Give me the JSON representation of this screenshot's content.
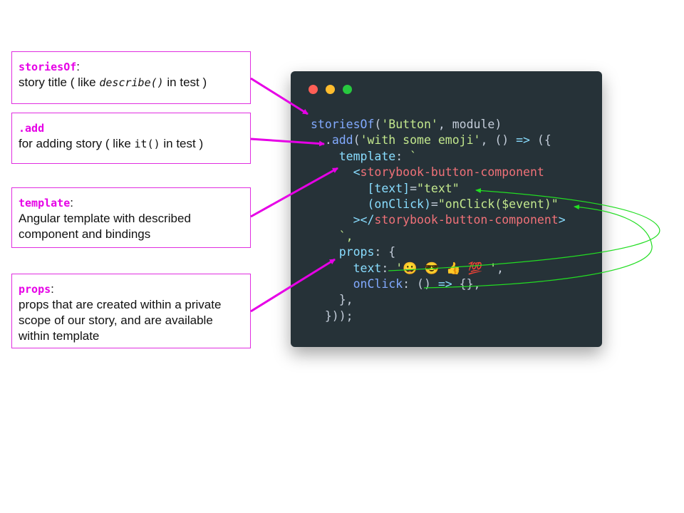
{
  "notes": [
    {
      "key": "storiesOf",
      "suffix": ":",
      "line1": "story title ( like ",
      "code": "describe()",
      "line1_end": " in test )"
    },
    {
      "key": ".add",
      "line1": "for adding story ( like ",
      "code": "it()",
      "line1_end": " in test )"
    },
    {
      "key": "template",
      "suffix": ":",
      "text": "Angular template with described component and bindings"
    },
    {
      "key": "props",
      "suffix": ":",
      "text": "props that are created within a private scope of our story, and are available within template"
    }
  ],
  "code": {
    "l1_fn": "storiesOf",
    "l1_str": "'Button'",
    "l1_rest": "module",
    "l2_fn": "add",
    "l2_str": "'with some emoji'",
    "l3_prop": "template",
    "l4_tag": "storybook-button-component",
    "l5_attr": "[text]",
    "l5_val": "\"text\"",
    "l6_attr": "(onClick)",
    "l6_val": "\"onClick($event)\"",
    "l7_tag": "storybook-button-component",
    "l9_prop": "props",
    "l10_prop": "text",
    "l10_str": "'😀 😎 👍 💯 '",
    "l11_prop": "onClick"
  },
  "colors": {
    "annotation": "#e600e6",
    "binding": "#22dd22",
    "editor_bg": "#263238"
  }
}
